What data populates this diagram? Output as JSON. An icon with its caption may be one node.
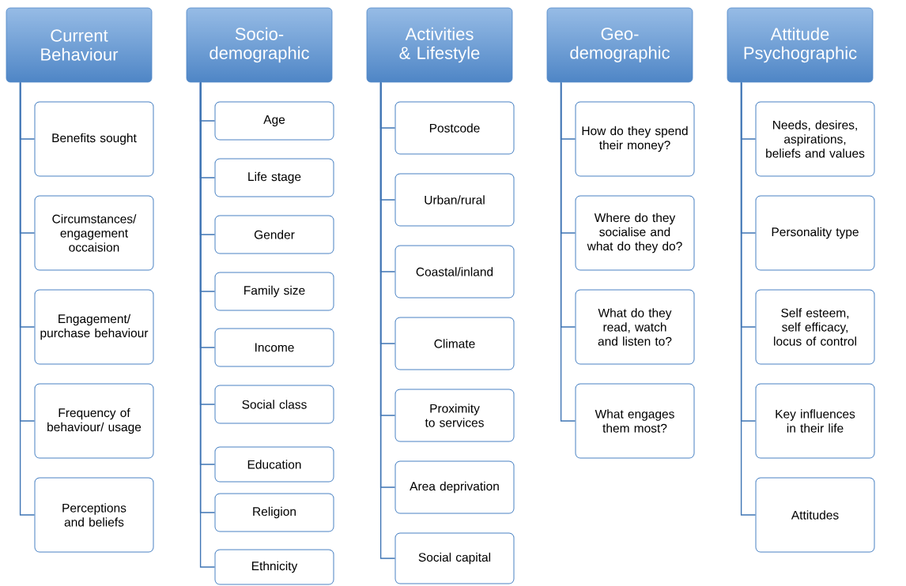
{
  "diagram": {
    "nodes": [
      {
        "text": [
          "Current Behaviour"
        ]
      },
      {
        "text": [
          "Benefits sought"
        ]
      },
      {
        "text": [
          "Circumstances/ engagement occaision"
        ]
      },
      {
        "text": [
          "Engagement/ purchase behaviour"
        ]
      },
      {
        "text": [
          "Frequency of behaviour/ usage"
        ]
      },
      {
        "text": [
          "Perceptions and beliefs"
        ]
      },
      {
        "text": [
          "Socio-demographic"
        ]
      },
      {
        "text": [
          "Age"
        ]
      },
      {
        "text": [
          "Life stage"
        ]
      },
      {
        "text": [
          "Gender"
        ]
      },
      {
        "text": [
          "Family size"
        ]
      },
      {
        "text": [
          "Income"
        ]
      },
      {
        "text": [
          "Social class"
        ]
      },
      {
        "text": [
          "Education"
        ]
      },
      {
        "text": [
          "Religion"
        ]
      },
      {
        "text": [
          "Ethnicity"
        ]
      },
      {
        "text": [
          "Activities & Lifestyle"
        ]
      },
      {
        "text": [
          "Postcode"
        ]
      },
      {
        "text": [
          "Urban/rural"
        ]
      },
      {
        "text": [
          "Coastal/inland"
        ]
      },
      {
        "text": [
          "Climate"
        ]
      },
      {
        "text": [
          "Proximity to services"
        ]
      },
      {
        "text": [
          "Area deprivation"
        ]
      },
      {
        "text": [
          "Social capital"
        ]
      },
      {
        "text": [
          "Geo-demographic"
        ]
      },
      {
        "text": [
          "How do they spend their money?"
        ]
      },
      {
        "text": [
          "Where do they socialise and what do they do?"
        ]
      },
      {
        "text": [
          "What do they read, watch and listen to?"
        ]
      },
      {
        "text": [
          "What engages them most?"
        ]
      },
      {
        "text": [
          "Attitude Psychographic"
        ]
      },
      {
        "text": [
          "Needs, desires, aspirations, beliefs and values"
        ]
      },
      {
        "text": [
          "Personality type"
        ]
      },
      {
        "text": [
          "Self esteem, self efficacy, locus of control"
        ]
      },
      {
        "text": [
          "Key influences in their life"
        ]
      },
      {
        "text": [
          "Attitudes"
        ]
      }
    ],
    "edges": [
      {
        "from": 0,
        "to": 1,
        "arrow": "none"
      },
      {
        "from": 0,
        "to": 2,
        "arrow": "none"
      },
      {
        "from": 0,
        "to": 3,
        "arrow": "none"
      },
      {
        "from": 0,
        "to": 4,
        "arrow": "none"
      },
      {
        "from": 0,
        "to": 5,
        "arrow": "none"
      },
      {
        "from": 6,
        "to": 7,
        "arrow": "none"
      },
      {
        "from": 6,
        "to": 8,
        "arrow": "none"
      },
      {
        "from": 6,
        "to": 9,
        "arrow": "none"
      },
      {
        "from": 6,
        "to": 10,
        "arrow": "none"
      },
      {
        "from": 6,
        "to": 11,
        "arrow": "none"
      },
      {
        "from": 6,
        "to": 12,
        "arrow": "none"
      },
      {
        "from": 6,
        "to": 13,
        "arrow": "none"
      },
      {
        "from": 6,
        "to": 14,
        "arrow": "none"
      },
      {
        "from": 6,
        "to": 15,
        "arrow": "none"
      },
      {
        "from": 16,
        "to": 17,
        "arrow": "none"
      },
      {
        "from": 16,
        "to": 18,
        "arrow": "none"
      },
      {
        "from": 16,
        "to": 19,
        "arrow": "none"
      },
      {
        "from": 16,
        "to": 20,
        "arrow": "none"
      },
      {
        "from": 16,
        "to": 21,
        "arrow": "none"
      },
      {
        "from": 16,
        "to": 22,
        "arrow": "none"
      },
      {
        "from": 16,
        "to": 23,
        "arrow": "none"
      },
      {
        "from": 24,
        "to": 25,
        "arrow": "none"
      },
      {
        "from": 24,
        "to": 26,
        "arrow": "none"
      },
      {
        "from": 24,
        "to": 27,
        "arrow": "none"
      },
      {
        "from": 24,
        "to": 28,
        "arrow": "none"
      },
      {
        "from": 29,
        "to": 30,
        "arrow": "none"
      },
      {
        "from": 29,
        "to": 31,
        "arrow": "none"
      },
      {
        "from": 29,
        "to": 32,
        "arrow": "none"
      },
      {
        "from": 29,
        "to": 33,
        "arrow": "none"
      },
      {
        "from": 29,
        "to": 34,
        "arrow": "none"
      }
    ]
  }
}
